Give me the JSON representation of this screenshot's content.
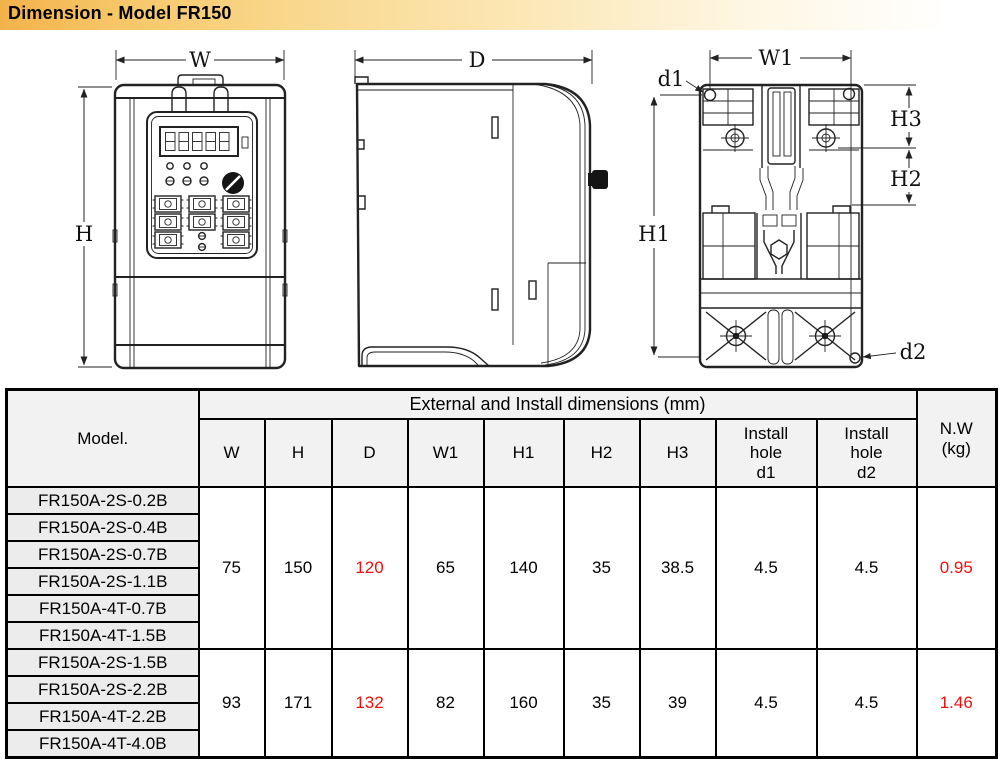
{
  "title_bar": {
    "title": "Dimension - Model FR150"
  },
  "drawings": {
    "front": {
      "w_label": "W",
      "h_label": "H"
    },
    "side": {
      "d_label": "D"
    },
    "back": {
      "w1_label": "W1",
      "h1_label": "H1",
      "h2_label": "H2",
      "h3_label": "H3",
      "d1_label": "d1",
      "d2_label": "d2"
    }
  },
  "table": {
    "model_header": "Model.",
    "group_header": "External and Install dimensions (mm)",
    "columns": [
      "W",
      "H",
      "D",
      "W1",
      "H1",
      "H2",
      "H3",
      "Install hole d1",
      "Install hole d2"
    ],
    "nw_header": "N.W (kg)",
    "accent_red": "#ee1111",
    "groups": [
      {
        "models": [
          "FR150A-2S-0.2B",
          "FR150A-2S-0.4B",
          "FR150A-2S-0.7B",
          "FR150A-2S-1.1B",
          "FR150A-4T-0.7B",
          "FR150A-4T-1.5B"
        ],
        "values": {
          "W": "75",
          "H": "150",
          "D": "120",
          "W1": "65",
          "H1": "140",
          "H2": "35",
          "H3": "38.5",
          "d1": "4.5",
          "d2": "4.5",
          "NW": "0.95"
        }
      },
      {
        "models": [
          "FR150A-2S-1.5B",
          "FR150A-2S-2.2B",
          "FR150A-4T-2.2B",
          "FR150A-4T-4.0B"
        ],
        "values": {
          "W": "93",
          "H": "171",
          "D": "132",
          "W1": "82",
          "H1": "160",
          "H2": "35",
          "H3": "39",
          "d1": "4.5",
          "d2": "4.5",
          "NW": "1.46"
        }
      }
    ]
  }
}
